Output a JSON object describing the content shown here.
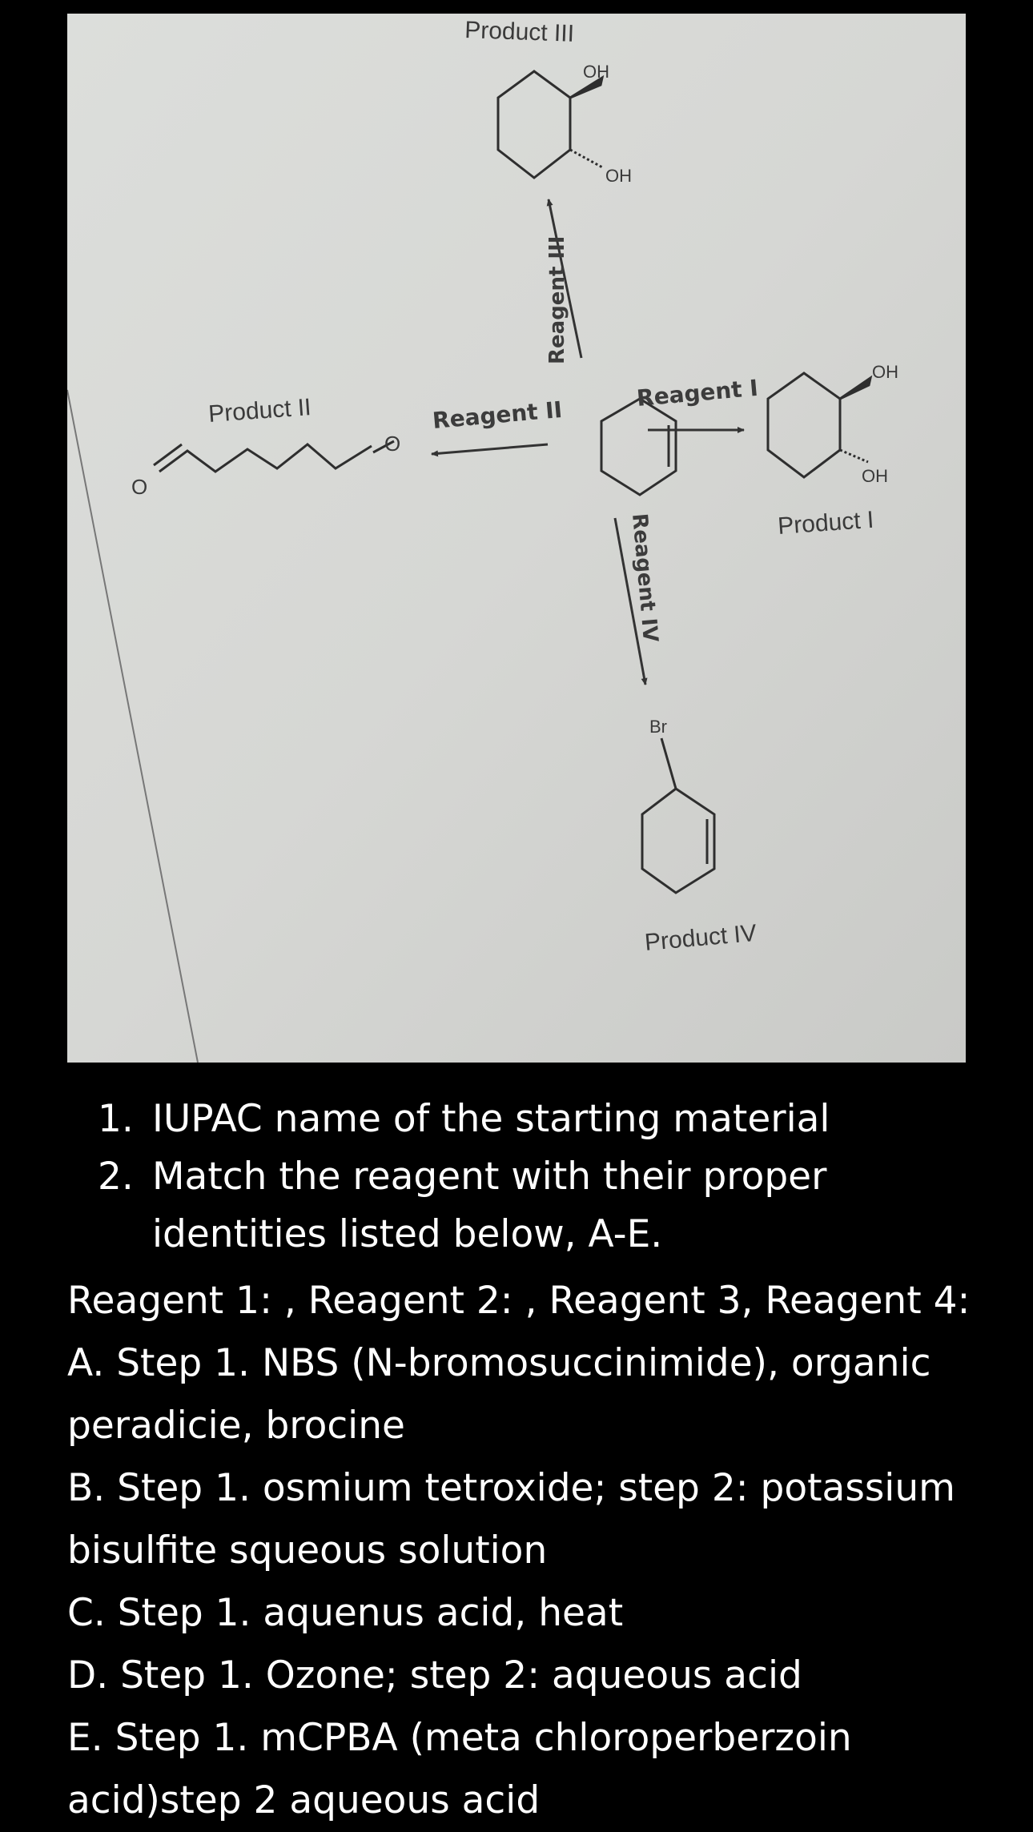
{
  "diagram": {
    "starting_material_label": "",
    "products": {
      "product_1": "Product I",
      "product_2": "Product II",
      "product_3": "Product III",
      "product_4": "Product IV"
    },
    "reagents": {
      "reagent_1": "Reagent I",
      "reagent_2": "Reagent II",
      "reagent_3": "Reagent III",
      "reagent_4": "Reagent IV"
    },
    "atoms": {
      "oh": "OH",
      "o": "O",
      "br": "Br"
    }
  },
  "questions": [
    {
      "number": "1.",
      "text": "IUPAC name of the starting material"
    },
    {
      "number": "2.",
      "text": "Match the reagent with their proper identities listed below, A-E."
    }
  ],
  "answers": {
    "reagent_line": "Reagent 1: , Reagent 2: , Reagent 3, Reagent 4:",
    "option_a_line1": "A. Step 1. NBS (N-bromosuccinimide), organic",
    "option_a_line2": "peradicie, brocine",
    "option_b_line1": "B. Step 1. osmium tetroxide; step 2: potassium",
    "option_b_line2": "bisulfite squeous solution",
    "option_c": "C. Step 1. aquenus acid, heat",
    "option_d": "D. Step 1. Ozone; step 2: aqueous acid",
    "option_e_line1": "E. Step 1. mCPBA (meta chloroperberzoin",
    "option_e_line2": "acid)step 2 aqueous acid"
  },
  "colors": {
    "background": "#000000",
    "paper": "#d9dad8",
    "ink": "#333333",
    "text": "#ffffff"
  }
}
